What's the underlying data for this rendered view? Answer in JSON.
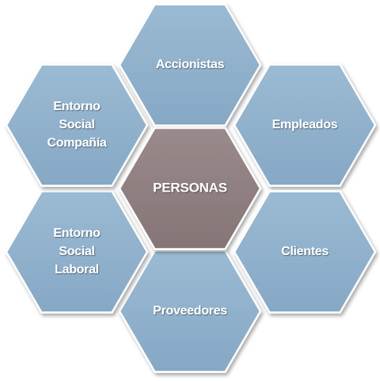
{
  "center": {
    "label": "PERSONAS",
    "color": "#8f7f80"
  },
  "outer_color": "#8fb0cc",
  "border_color": "#ffffff",
  "hexagons": [
    {
      "id": "accionistas",
      "lines": [
        "Accionistas"
      ]
    },
    {
      "id": "empleados",
      "lines": [
        "Empleados"
      ]
    },
    {
      "id": "clientes",
      "lines": [
        "Clientes"
      ]
    },
    {
      "id": "proveedores",
      "lines": [
        "Proveedores"
      ]
    },
    {
      "id": "entorno-social-laboral",
      "lines": [
        "Entorno",
        "Social",
        "Laboral"
      ]
    },
    {
      "id": "entorno-social-compania",
      "lines": [
        "Entorno",
        "Social",
        "Compañía"
      ]
    }
  ]
}
